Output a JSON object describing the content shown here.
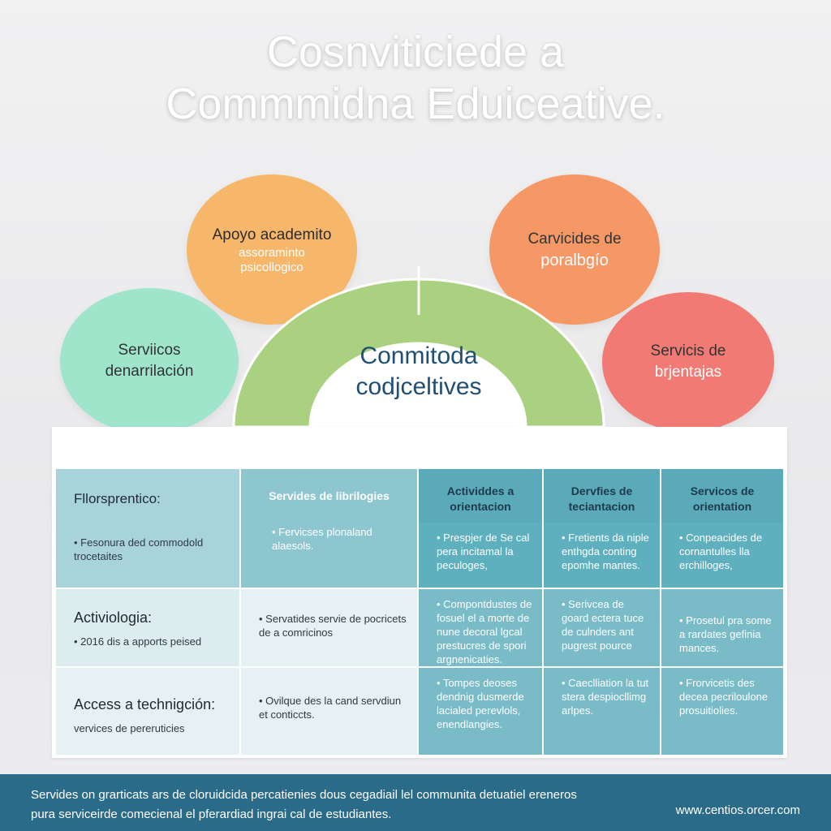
{
  "title": {
    "line1": "Cosnviticiede a",
    "line2": "Commmidna Eduiceative."
  },
  "bubbles": {
    "top_left": {
      "line1": "Apoyo academito",
      "sub1": "assoraminto",
      "sub2": "psicollogico"
    },
    "left": {
      "line1": "Serviicos",
      "line2": "denarrilación"
    },
    "top_right": {
      "line1": "Carvicides de",
      "line2": "poralbgío"
    },
    "right": {
      "line1": "Servicis de",
      "line2": "brjentajas"
    }
  },
  "center": {
    "line1": "Conmitoda",
    "line2": "codjceltives"
  },
  "table": {
    "row1": {
      "label": "Fllorsprentico:",
      "label_bullet": "Fesonura ded commodold trocetaites",
      "col2_header": "Servides de librilogies",
      "col2_bullet": "Fervicses plonaland alaesols.",
      "col3_header": "Actividdes a orientacion",
      "col3_bullet": "Prespjer de Se cal pera incitamal la peculoges,",
      "col4_header": "Dervfies de teciantacion",
      "col4_bullet": "Fretients da niple enthgda conting epomhe mantes.",
      "col5_header": "Servicos de orientation",
      "col5_bullet": "Conpeacides de cornantulles lla erchilloges,"
    },
    "row2": {
      "label": "Activiologia:",
      "label_bullet": "2016 dis a apports peised",
      "col2": "Servatides servie de pocricets de a comricinos",
      "col3": "Compontdustes de fosuel el a morte de nune decoral lgcal prestucres de spori argnenicaties.",
      "col4": "Serivcea de goard ectera tuce de culnders ant pugrest pource",
      "col5": "Prosetul pra some a rardates gefinia mances."
    },
    "row3": {
      "label": "Access a technigción:",
      "label_sub": "vervices de pereruticies",
      "col2": "Ovilque des la cand servdiun et conticcts.",
      "col3": "Tompes deoses dendnig dusmerde lacialed perevlols, enendlangies.",
      "col4": "Caeclliation la tut stera despiocllimg arlpes.",
      "col5": "Frorvicetis des decea pecriloulone prosuitiolies."
    }
  },
  "footer": {
    "line1": "Servides on grarticats ars de cloruidcida percatienies dous cegadiail lel communita detuatiel ereneros",
    "line2": "pura serviceirde comecienal el pferardiad ingrai cal de estudiantes.",
    "url": "www.centios.orcer.com"
  },
  "colors": {
    "bubble_orange_light": "#f6b76a",
    "bubble_mint": "#9ee5cc",
    "bubble_orange": "#f59866",
    "bubble_coral": "#f27a74",
    "arch_green": "#a9d17f",
    "center_text": "#1f4f72",
    "footer_bg": "#2b6b8a"
  }
}
